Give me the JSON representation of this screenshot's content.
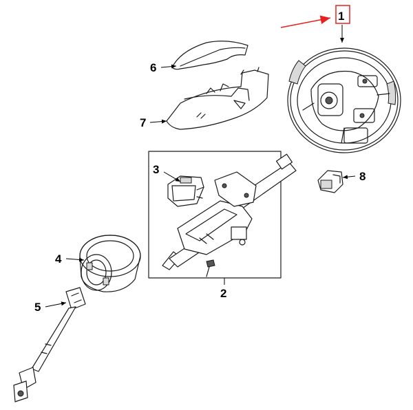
{
  "diagram": {
    "callouts": [
      {
        "id": "1",
        "label": "1"
      },
      {
        "id": "2",
        "label": "2"
      },
      {
        "id": "3",
        "label": "3"
      },
      {
        "id": "4",
        "label": "4"
      },
      {
        "id": "5",
        "label": "5"
      },
      {
        "id": "6",
        "label": "6"
      },
      {
        "id": "7",
        "label": "7"
      },
      {
        "id": "8",
        "label": "8"
      }
    ],
    "highlight": {
      "callout": "1",
      "color": "#e8201f"
    },
    "parts": [
      {
        "callout": "1",
        "name": "steering-wheel"
      },
      {
        "callout": "2",
        "name": "steering-column"
      },
      {
        "callout": "3",
        "name": "column-switch-module"
      },
      {
        "callout": "4",
        "name": "clock-spring"
      },
      {
        "callout": "5",
        "name": "intermediate-shaft"
      },
      {
        "callout": "6",
        "name": "upper-column-cover"
      },
      {
        "callout": "7",
        "name": "lower-column-cover"
      },
      {
        "callout": "8",
        "name": "switch"
      }
    ]
  }
}
